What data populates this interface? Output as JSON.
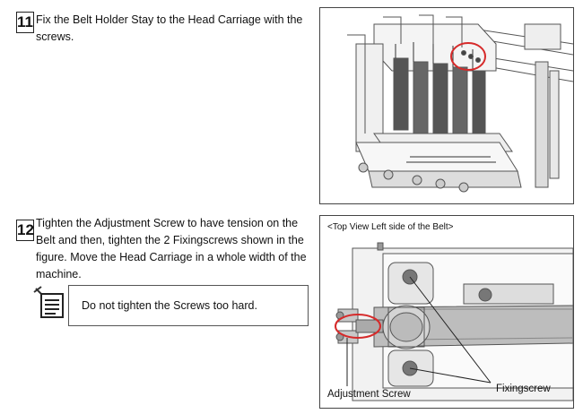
{
  "steps": [
    {
      "number": "11",
      "text": "Fix the Belt Holder Stay to the Head Carriage with the screws."
    },
    {
      "number": "12",
      "text": "Tighten the Adjustment Screw to have tension on the Belt  and then, tighten the 2 Fixingscrews shown in the figure. Move the Head Carriage in a whole width of the machine."
    }
  ],
  "note": {
    "icon": "note-icon",
    "text": "Do not tighten the Screws too hard."
  },
  "figure2": {
    "caption": "<Top View Left side of the Belt>",
    "label_adjustment": "Adjustment Screw",
    "label_fixing": "Fixingscrew"
  },
  "colors": {
    "highlight": "#d62a2a",
    "drawing": "#555555",
    "fill_gray": "#b9b9b9"
  }
}
